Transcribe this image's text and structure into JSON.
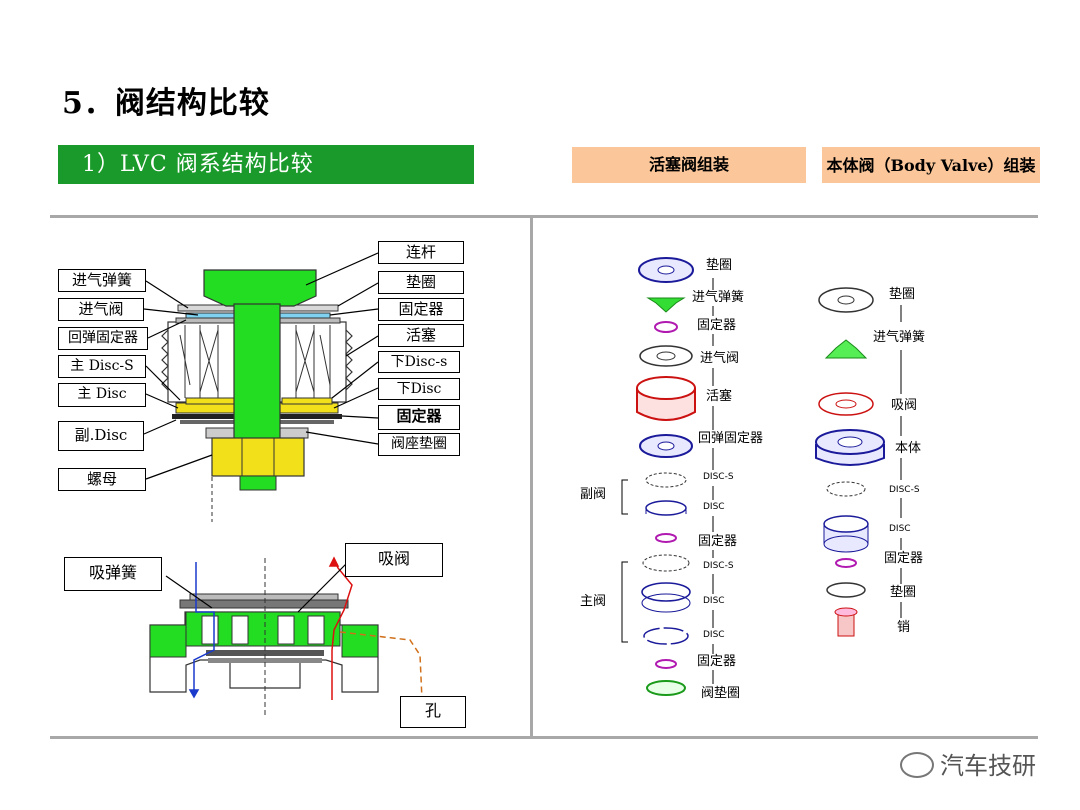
{
  "title": "5．阀结构比较",
  "section": {
    "label": "1）LVC 阀系结构比较",
    "color": "#1a9a2a"
  },
  "headers": {
    "piston": "活塞阀组装",
    "body": "本体阀（Body Valve）组装"
  },
  "left_labels": {
    "intake_spring": "进气弹簧",
    "intake_valve": "进气阀",
    "rebound_retainer": "回弹固定器",
    "main_disc_s": "主 Disc-S",
    "main_disc": "主 Disc",
    "sub_disc": "副.Disc",
    "nut": "螺母"
  },
  "right_labels": {
    "rod": "连杆",
    "washer": "垫圈",
    "retainer": "固定器",
    "piston": "活塞",
    "lower_disc_s": "下Disc-s",
    "lower_disc": "下Disc",
    "retainer2": "固定器",
    "seat_washer": "阀座垫圈"
  },
  "lower_labels": {
    "suction_spring": "吸弹簧",
    "suction_valve": "吸阀",
    "hole": "孔"
  },
  "piston_stack": {
    "items": [
      "垫圈",
      "进气弹簧",
      "固定器",
      "进气阀",
      "活塞",
      "回弹固定器",
      "DISC-S",
      "DISC",
      "固定器",
      "DISC-S",
      "DISC",
      "DISC",
      "固定器",
      "阀垫圈"
    ],
    "groups": {
      "sub": "副阀",
      "main": "主阀"
    }
  },
  "body_stack": {
    "items": [
      "垫圈",
      "进气弹簧",
      "吸阀",
      "本体",
      "DISC-S",
      "DISC",
      "固定器",
      "垫圈",
      "销"
    ]
  },
  "watermark": "汽车技研",
  "colors": {
    "green": "#22dd22",
    "yellow": "#f2e01a",
    "peach": "#fbc79a",
    "red": "#e02020"
  }
}
